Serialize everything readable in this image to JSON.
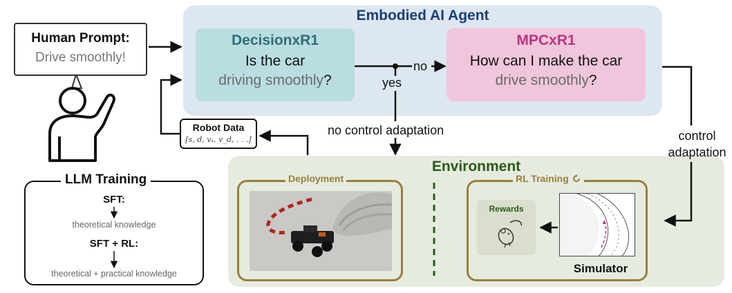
{
  "agent": {
    "title": "Embodied AI Agent",
    "decision_title": "DecisionxR1",
    "decision_line1": "Is the car",
    "decision_line2_muted": "driving smoothly",
    "decision_line2_end": "?",
    "mpc_title": "MPCxR1",
    "mpc_line1": "How can I make the car",
    "mpc_line2_muted": "drive smoothly",
    "mpc_line2_end": "?"
  },
  "prompt": {
    "title": "Human Prompt:",
    "text": "Drive smoothly!"
  },
  "labels": {
    "no": "no",
    "yes": "yes",
    "no_control": "no control adaptation",
    "control_line1": "control",
    "control_line2": "adaptation"
  },
  "robot_data": {
    "title": "Robot Data",
    "formula": "[s, d, vₛ, v_d, . . .]"
  },
  "llm_training": {
    "title": "LLM Training",
    "sft": "SFT:",
    "sft_desc": "theoretical knowledge",
    "sft_rl": "SFT + RL:",
    "sft_rl_desc": "theoretical + practical knowledge"
  },
  "environment": {
    "title": "Environment",
    "deployment": "Deployment",
    "rl_training": "RL Training",
    "rewards": "Rewards",
    "simulator": "Simulator"
  },
  "colors": {
    "agent_title": "#1d3f73",
    "decision_title": "#2f6e78",
    "mpc_title": "#c0327c",
    "env_title": "#2b5a18",
    "gold": "#9b7e3c",
    "dashed_divider": "#2b5a18"
  }
}
